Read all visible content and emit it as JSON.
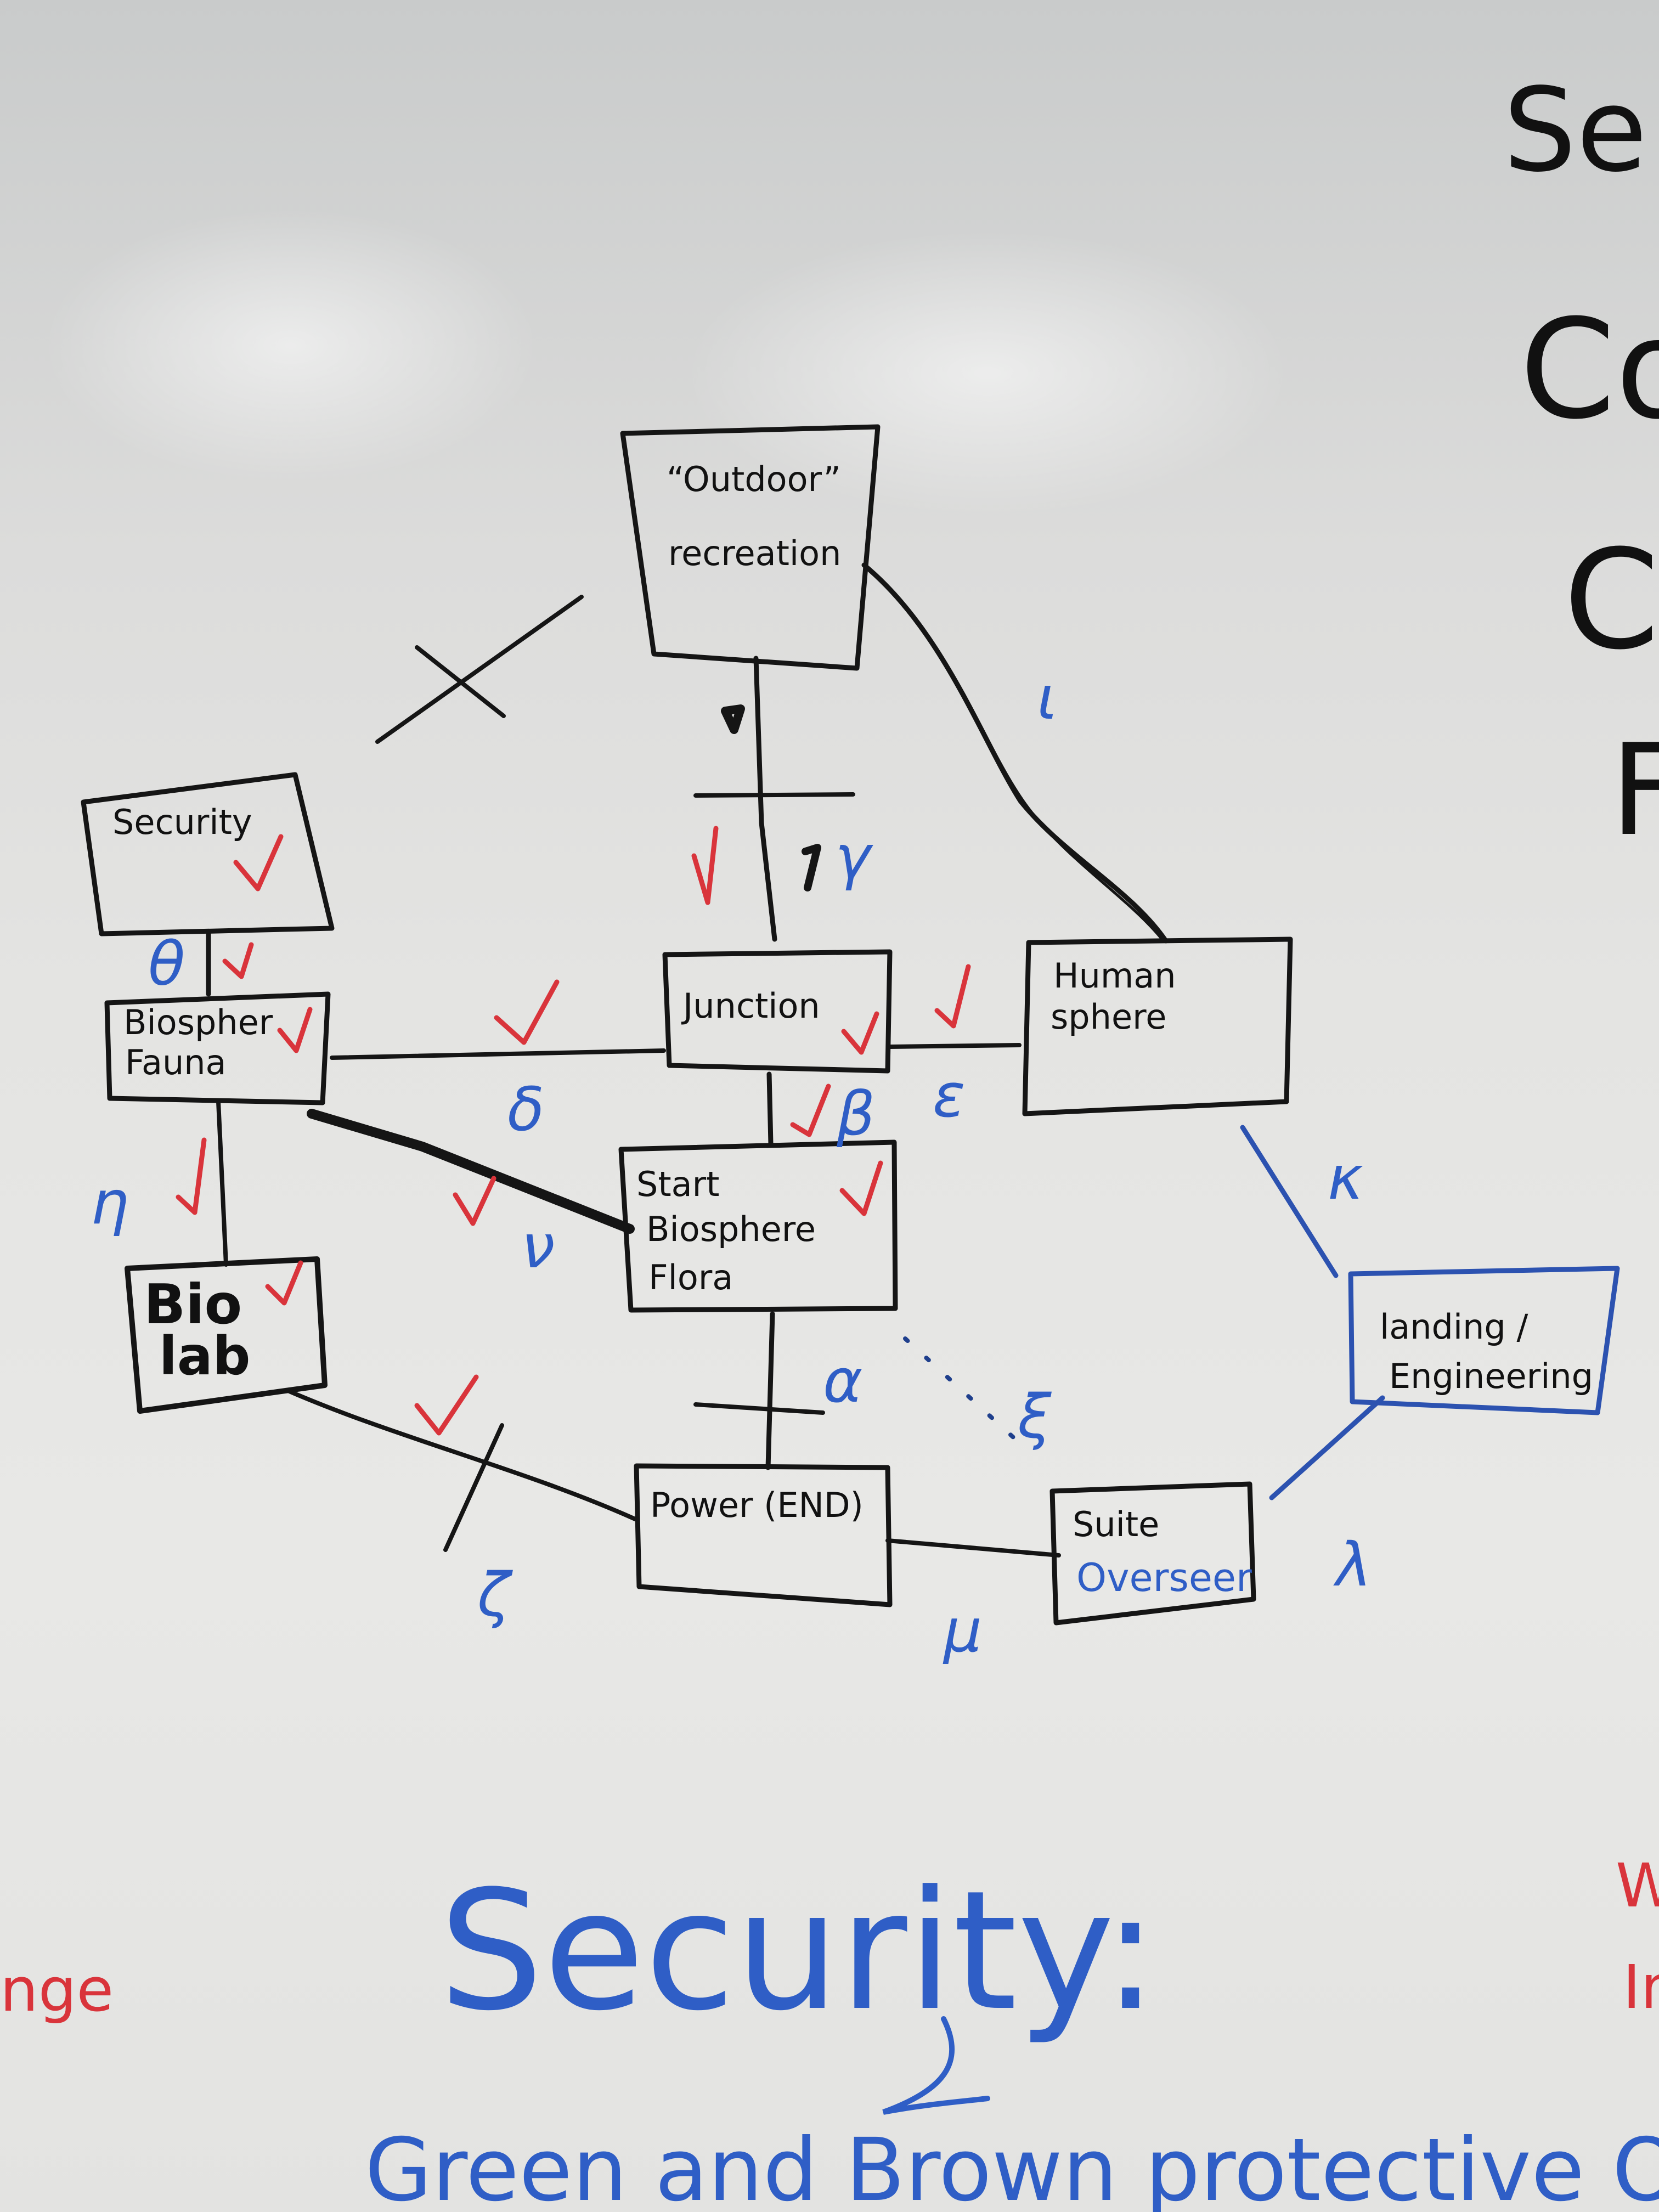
{
  "nodes": {
    "outdoor": [
      "“Outdoor”",
      "recreation"
    ],
    "security": [
      "Security"
    ],
    "biosphere_fauna": [
      "Biospher",
      "Fauna"
    ],
    "junction": [
      "Junction"
    ],
    "human_sphere": [
      "Human",
      "sphere"
    ],
    "start_flora": [
      "Start",
      "Biosphere",
      "Flora"
    ],
    "bio_lab": [
      "Bio",
      "lab"
    ],
    "power": [
      "Power (END)"
    ],
    "suite": [
      "Suite",
      "Overseer"
    ],
    "landing": [
      "landing /",
      "Engineering"
    ]
  },
  "edge_labels": {
    "alpha": "α",
    "beta": "β",
    "gamma": "γ",
    "delta": "δ",
    "epsilon": "ε",
    "zeta": "ζ",
    "eta": "η",
    "theta": "θ",
    "iota": "ι",
    "kappa": "κ",
    "lambda": "λ",
    "mu": "μ",
    "nu": "ν",
    "xi": "ξ"
  },
  "right_edge_text": [
    "Se",
    "Co",
    "C",
    "F"
  ],
  "bottom_heading": "Security:",
  "bottom_line": "Green and Brown protective Overall's",
  "left_edge_red": "nge",
  "right_edge_red": [
    "W",
    "In"
  ],
  "colors": {
    "marker_black": "#151515",
    "marker_red": "#d9343b",
    "marker_blue": "#2f5ec6",
    "board": "#e4e4e2"
  }
}
